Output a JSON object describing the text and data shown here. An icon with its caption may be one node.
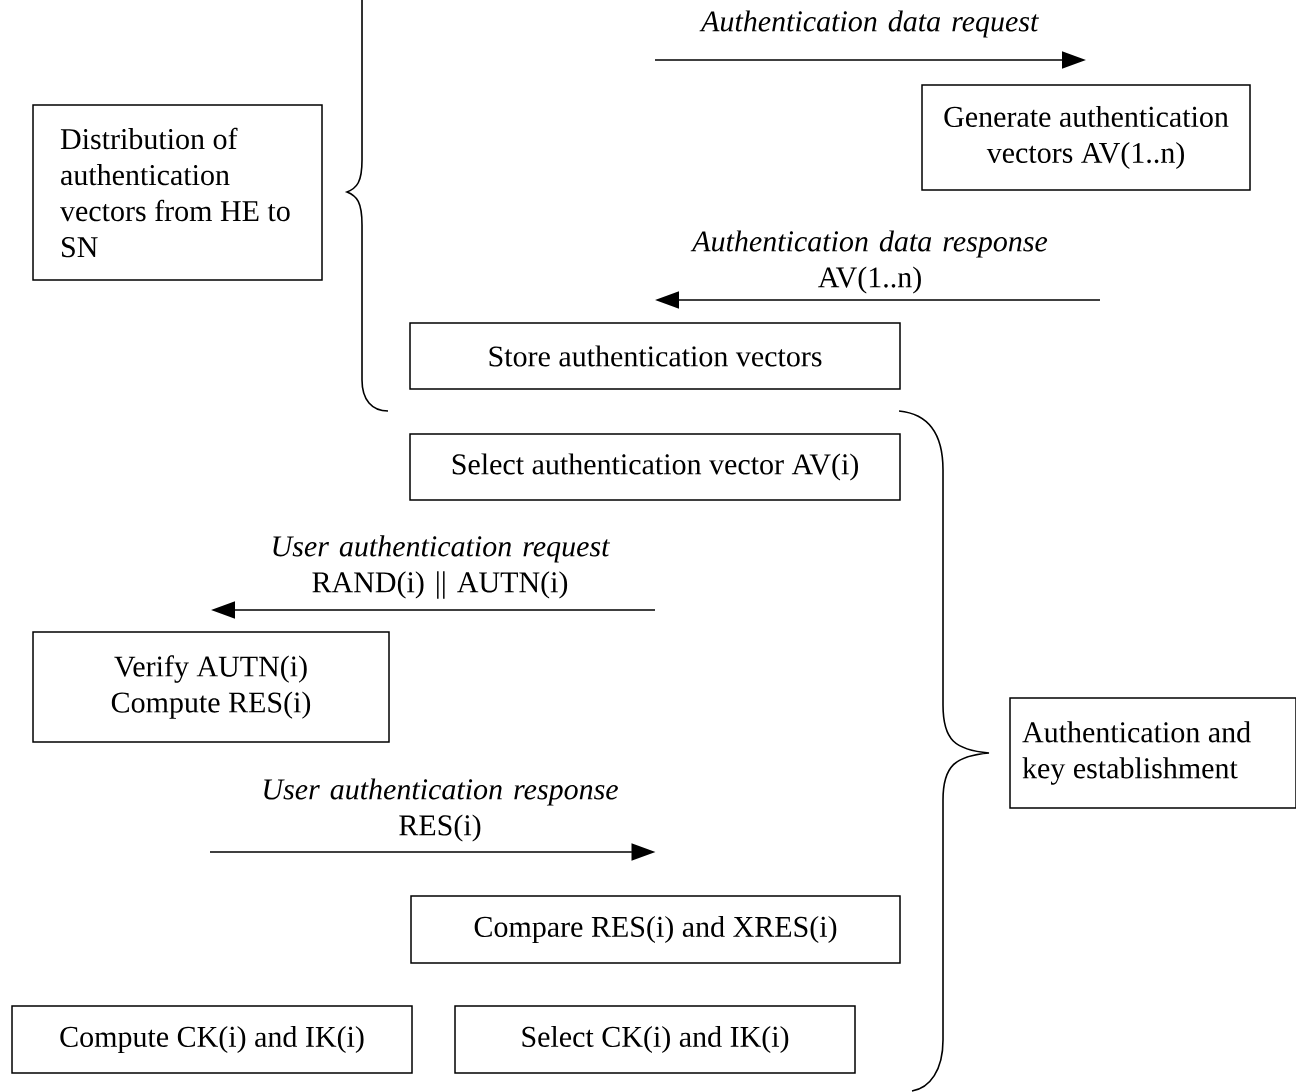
{
  "diagram": {
    "nodes": [
      {
        "text": [
          "Distribution of authentication vectors  from HE to SN"
        ]
      },
      {
        "text": [
          "Generate authentication vectors AV(1..n)"
        ]
      },
      {
        "text": [
          "Store authentication vectors"
        ]
      },
      {
        "text": [
          "Select authentication vector AV(i)"
        ]
      },
      {
        "text": [
          "Verify AUTN(i) Compute RES(i)"
        ]
      },
      {
        "text": [
          "Compare RES(i) and XRES(i)"
        ]
      },
      {
        "text": [
          "Compute CK(i) and IK(i)"
        ]
      },
      {
        "text": [
          "Select CK(i) and IK(i)"
        ]
      },
      {
        "text": [
          "Authentication and key establishment"
        ]
      }
    ],
    "edges": [
      {
        "from": null,
        "to": 1,
        "arrow": "to",
        "label": "*Authentication data request*"
      },
      {
        "from": null,
        "to": 2,
        "arrow": "to",
        "label": "*Authentication data response* AV(1..n)"
      },
      {
        "from": null,
        "to": 4,
        "arrow": "to",
        "label": "*User authentication request* RAND(i) || AUTN(i)"
      },
      {
        "from": null,
        "to": 5,
        "arrow": "to",
        "label": "*User authentication response* RES(i)"
      }
    ]
  }
}
